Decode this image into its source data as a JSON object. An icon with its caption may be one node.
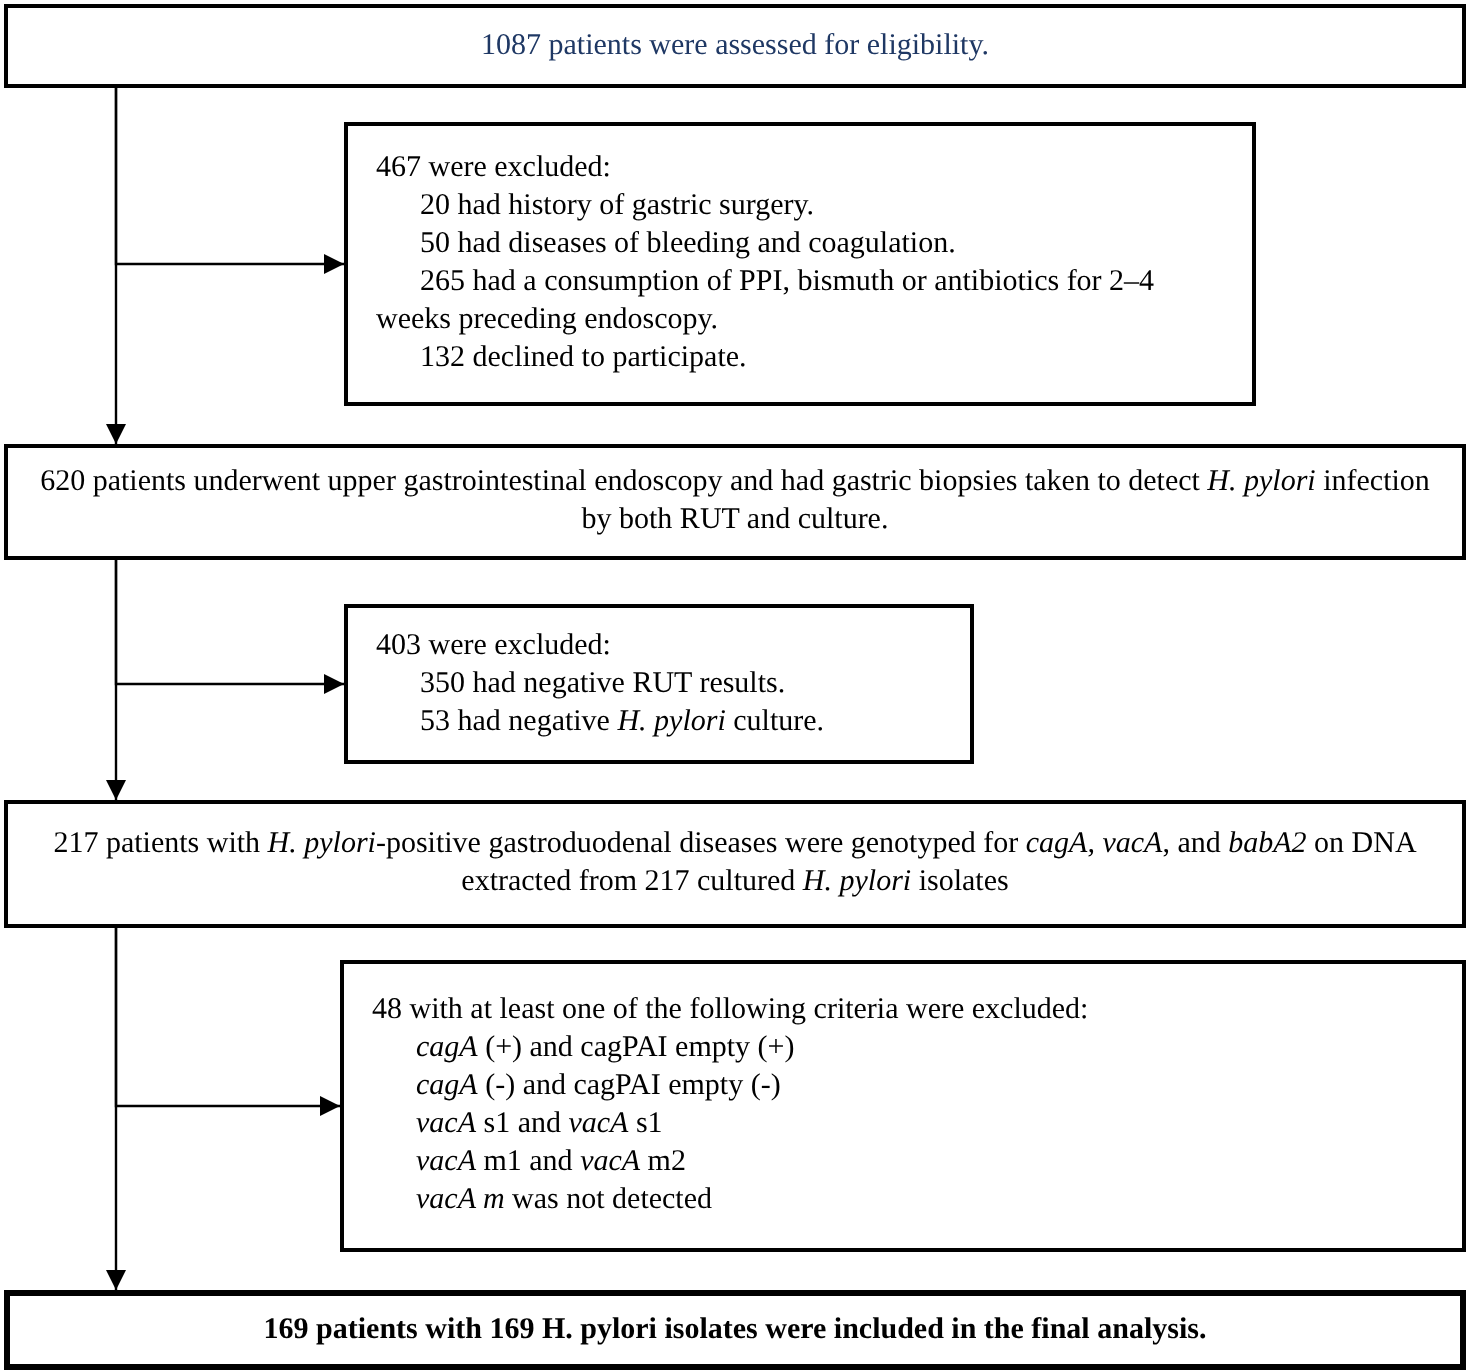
{
  "diagram": {
    "nodes": [
      {
        "text": [
          "1087 patients were assessed for eligibility."
        ]
      },
      {
        "text": [
          "467 were excluded:",
          "20 had history of gastric surgery.",
          "50 had diseases of bleeding and coagulation.",
          "265 had a consumption of PPI, bismuth or antibiotics for 2–4 weeks preceding endoscopy.",
          "132 declined to participate."
        ]
      },
      {
        "text": [
          "620 patients underwent upper gastrointestinal endoscopy and had gastric biopsies taken to detect *H. pylori* infection by both RUT and culture."
        ]
      },
      {
        "text": [
          "403 were excluded:",
          "350 had negative RUT results.",
          "53 had negative *H. pylori* culture."
        ]
      },
      {
        "text": [
          "217 patients with *H. pylori*-positive gastroduodenal diseases were genotyped for *cagA, vacA*, and *babA2* on DNA extracted from 217 cultured *H. pylori* isolates"
        ]
      },
      {
        "text": [
          "48 with at least one of the following criteria were excluded:",
          "*cagA* (+) and cagPAI empty (+)",
          "*cagA* (-) and cagPAI empty (-)",
          "*vacA* s1 and *vacA* s1",
          "*vacA* m1 and *vacA* m2",
          "*vacA m* was not detected"
        ]
      },
      {
        "text": [
          "169 patients with 169 H. pylori isolates were included in the final analysis."
        ]
      }
    ],
    "edges": [
      {
        "from": 0,
        "to": 1,
        "arrow": "to"
      },
      {
        "from": 0,
        "to": 2,
        "arrow": "to"
      },
      {
        "from": 2,
        "to": 3,
        "arrow": "to"
      },
      {
        "from": 2,
        "to": 4,
        "arrow": "to"
      },
      {
        "from": 4,
        "to": 5,
        "arrow": "to"
      },
      {
        "from": 4,
        "to": 6,
        "arrow": "to"
      }
    ]
  }
}
